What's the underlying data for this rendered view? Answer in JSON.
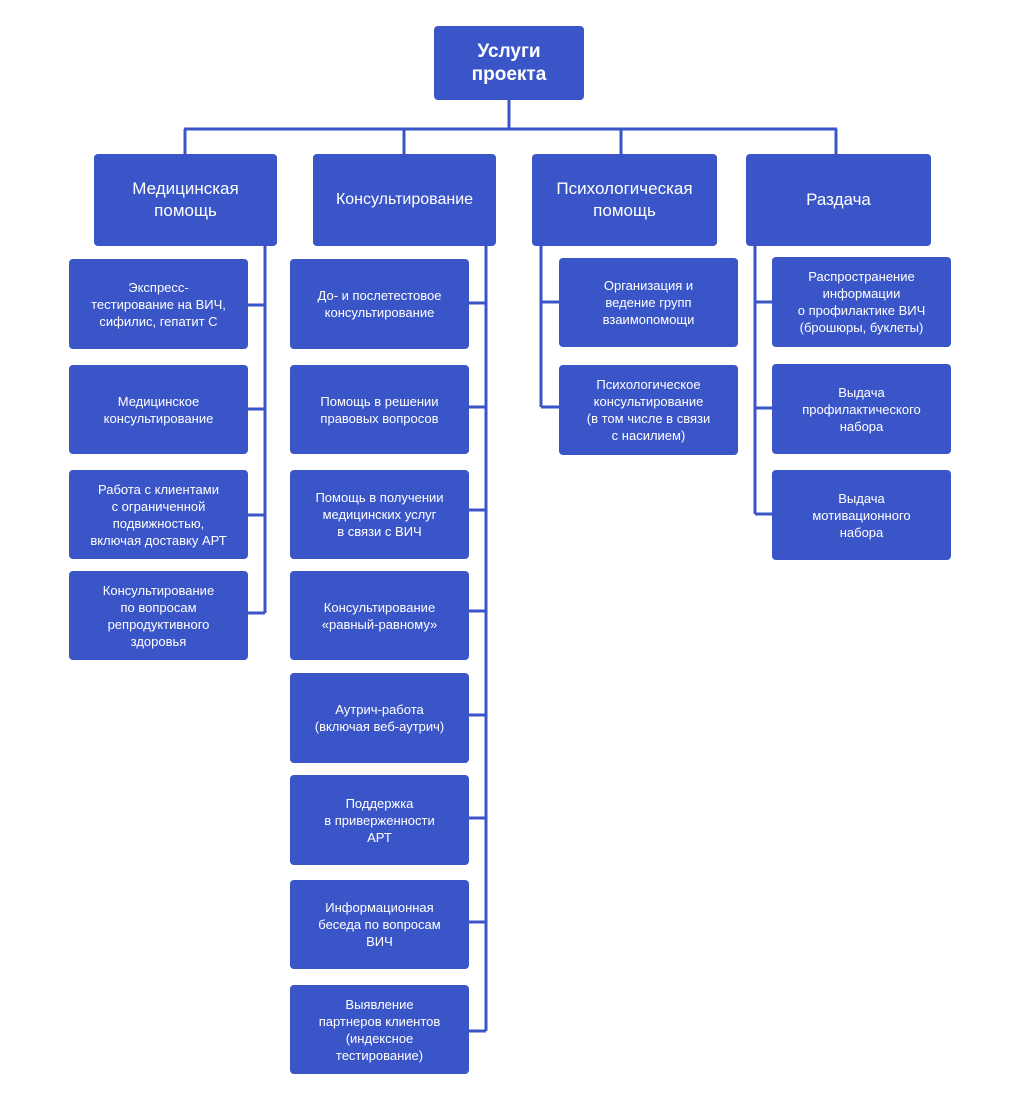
{
  "root": {
    "title": "Услуги\nпроекта"
  },
  "colors": {
    "box": "#3a55c8",
    "line": "#3a55c8",
    "text": "#ffffff"
  },
  "columns": [
    {
      "title": "Медицинская\nпомощь",
      "items": [
        "Экспресс-\nтестирование на ВИЧ,\nсифилис, гепатит С",
        "Медицинское\nконсультирование",
        "Работа с клиентами\nс ограниченной\nподвижностью,\nвключая доставку АРТ",
        "Консультирование\nпо вопросам\nрепродуктивного\nздоровья"
      ]
    },
    {
      "title": "Консультирование",
      "items": [
        "До- и послетестовое\nконсультирование",
        "Помощь в решении\nправовых вопросов",
        "Помощь в получении\nмедицинских услуг\nв связи с ВИЧ",
        "Консультирование\n«равный-равному»",
        "Аутрич-работа\n(включая веб-аутрич)",
        "Поддержка\nв приверженности\nАРТ",
        "Информационная\nбеседа по вопросам\nВИЧ",
        "Выявление\nпартнеров клиентов\n(индексное\nтестирование)"
      ]
    },
    {
      "title": "Психологическая\nпомощь",
      "items": [
        "Организация и\nведение групп\nвзаимопомощи",
        "Психологическое\nконсультирование\n(в том числе в связи\nс насилием)"
      ]
    },
    {
      "title": "Раздача",
      "items": [
        "Распространение\nинформации\nо профилактике ВИЧ\n(брошюры, буклеты)",
        "Выдача\nпрофилактического\nнабора",
        "Выдача\nмотивационного\nнабора"
      ]
    }
  ]
}
